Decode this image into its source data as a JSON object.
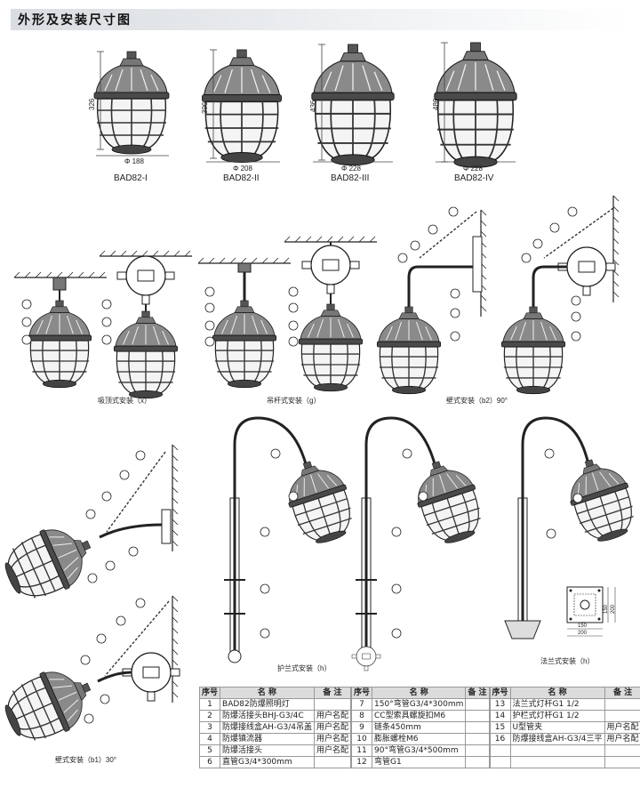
{
  "header": {
    "title": "外形及安装尺寸图"
  },
  "models": [
    {
      "name": "BAD82-I",
      "height": "326",
      "diameter": "Φ 188"
    },
    {
      "name": "BAD82-II",
      "height": "396",
      "diameter": "Φ 208"
    },
    {
      "name": "BAD82-III",
      "height": "436",
      "diameter": "Φ 228"
    },
    {
      "name": "BAD82-IV",
      "height": "486",
      "diameter": "Φ 228"
    }
  ],
  "captions": {
    "ceiling": "吸顶式安装（x）",
    "pendant": "吊杆式安装（g）",
    "wall90": "壁式安装（b2）90°",
    "wall30": "壁式安装（b1）30°",
    "guardrail": "护兰式安装（h）",
    "flange": "法兰式安装（h）"
  },
  "flange_plate": {
    "d1": "150",
    "d2": "200",
    "d3": "150",
    "d4": "200"
  },
  "table": {
    "headers": [
      "序号",
      "名  称",
      "备 注"
    ],
    "columns": [
      [
        [
          "1",
          "BAD82防爆照明灯",
          ""
        ],
        [
          "2",
          "防爆活接头BHJ-G3/4C",
          "用户名配"
        ],
        [
          "3",
          "防爆接线盒AH-G3/4吊盖",
          "用户名配"
        ],
        [
          "4",
          "防爆镇流器",
          "用户名配"
        ],
        [
          "5",
          "防爆活接头",
          "用户名配"
        ],
        [
          "6",
          "直管G3/4*300mm",
          ""
        ]
      ],
      [
        [
          "7",
          "150°弯管G3/4*300mm",
          ""
        ],
        [
          "8",
          "CC型索具螺旋扣M6",
          ""
        ],
        [
          "9",
          "链条450mm",
          ""
        ],
        [
          "10",
          "膨胀螺栓M6",
          ""
        ],
        [
          "11",
          "90°弯管G3/4*500mm",
          ""
        ],
        [
          "12",
          "弯管G1",
          ""
        ]
      ],
      [
        [
          "13",
          "法兰式灯杆G1 1/2",
          ""
        ],
        [
          "14",
          "护栏式灯杆G1 1/2",
          ""
        ],
        [
          "15",
          "U型管夹",
          "用户名配"
        ],
        [
          "16",
          "防爆接线盒AH-G3/4三平",
          "用户名配"
        ],
        [
          "",
          "",
          ""
        ],
        [
          "",
          "",
          ""
        ]
      ]
    ]
  }
}
